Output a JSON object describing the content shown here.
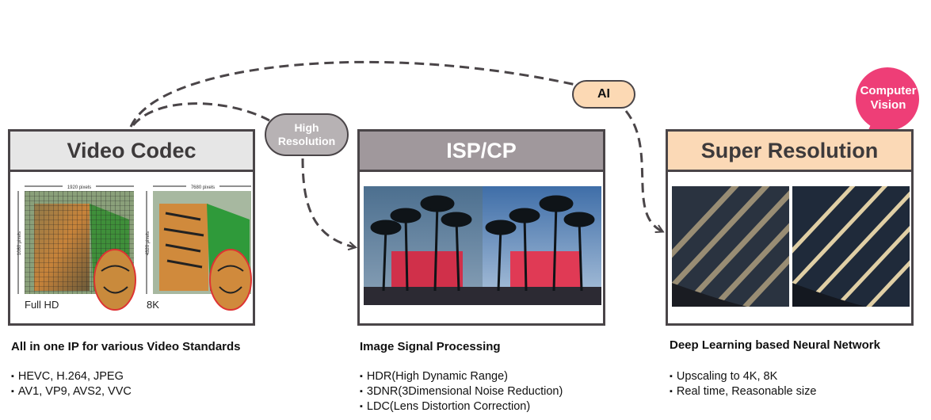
{
  "bubbles": {
    "high_resolution": "High\nResolution",
    "ai": "AI",
    "computer_vision": "Computer\nVision"
  },
  "panels": [
    {
      "title": "Video Codec",
      "heading": "All in one IP for various Video Standards",
      "bullets": [
        "HEVC, H.264, JPEG",
        "AV1, VP9, AVS2, VVC"
      ],
      "image": {
        "left_label": "Full HD",
        "right_label": "8K",
        "left_width_label": "1920 pixels",
        "left_height_label": "1080 pixels",
        "right_width_label": "7680 pixels",
        "right_height_label": "4320 pixels"
      }
    },
    {
      "title": "ISP/CP",
      "heading": "Image Signal Processing",
      "bullets": [
        "HDR(High Dynamic Range)",
        "3DNR(3Dimensional Noise Reduction)",
        "LDC(Lens Distortion Correction)"
      ]
    },
    {
      "title": "Super Resolution",
      "heading": "Deep Learning based Neural Network",
      "bullets": [
        "Upscaling to 4K, 8K",
        "Real time, Reasonable size"
      ]
    }
  ],
  "colors": {
    "codec_header": "#e6e6e6",
    "isp_header": "#a0989c",
    "sr_header": "#fbd9b6",
    "bubble_grey": "#b7b2b4",
    "ai_bubble": "#fcd9b4",
    "cv_bubble": "#ee3e77",
    "border": "#4a4548"
  }
}
